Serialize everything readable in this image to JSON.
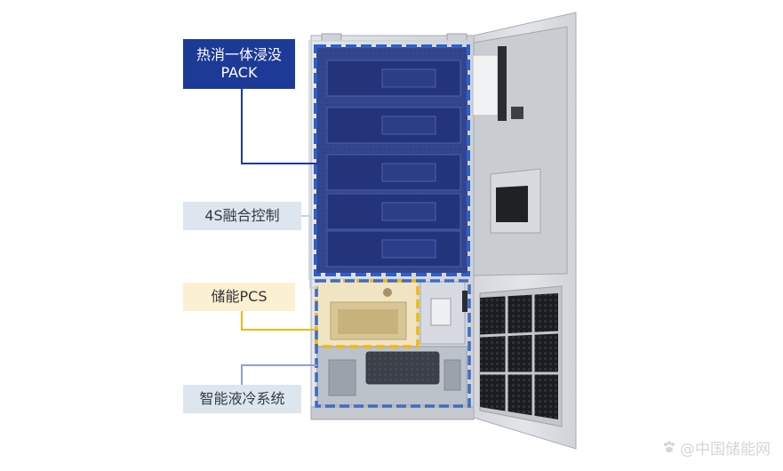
{
  "labels": {
    "pack_line1": "热消一体浸没",
    "pack_line2": "PACK",
    "control": "4S融合控制",
    "pcs": "储能PCS",
    "cooling": "智能液冷系统"
  },
  "watermark": {
    "icon": "paw-icon",
    "text": "@中国储能网"
  },
  "colors": {
    "pack": "#1c3a96",
    "pack_dash": "#2f5fc8",
    "control": "#c9d3df",
    "pcs": "#f2b80c",
    "cooling": "#8fa0d2"
  }
}
